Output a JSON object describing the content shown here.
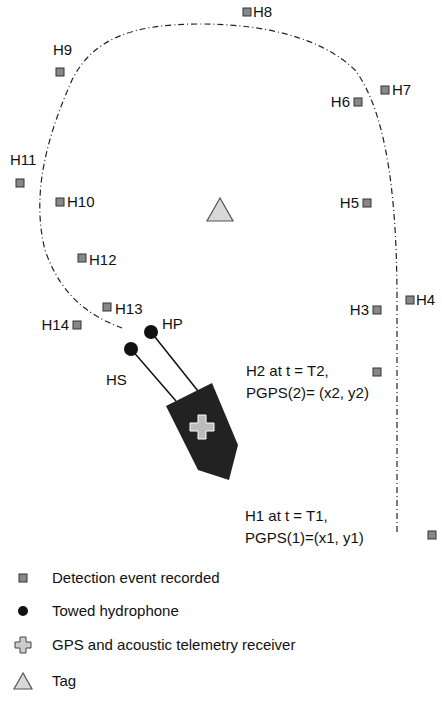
{
  "diagram": {
    "labels": [
      "H8",
      "H9",
      "H7",
      "H6",
      "H11",
      "H10",
      "H5",
      "H12",
      "H13",
      "H3",
      "H4",
      "H14",
      "HP",
      "HS",
      "H2 at t = T2,",
      "PGPS(2)= (x2, y2)",
      "H1 at t = T1,",
      "PGPS(1)=(x1, y1)"
    ],
    "legend": [
      {
        "text": "Detection event recorded"
      },
      {
        "text": "Towed hydrophone"
      },
      {
        "text": "GPS and acoustic telemetry receiver"
      },
      {
        "text": "Tag"
      }
    ]
  }
}
